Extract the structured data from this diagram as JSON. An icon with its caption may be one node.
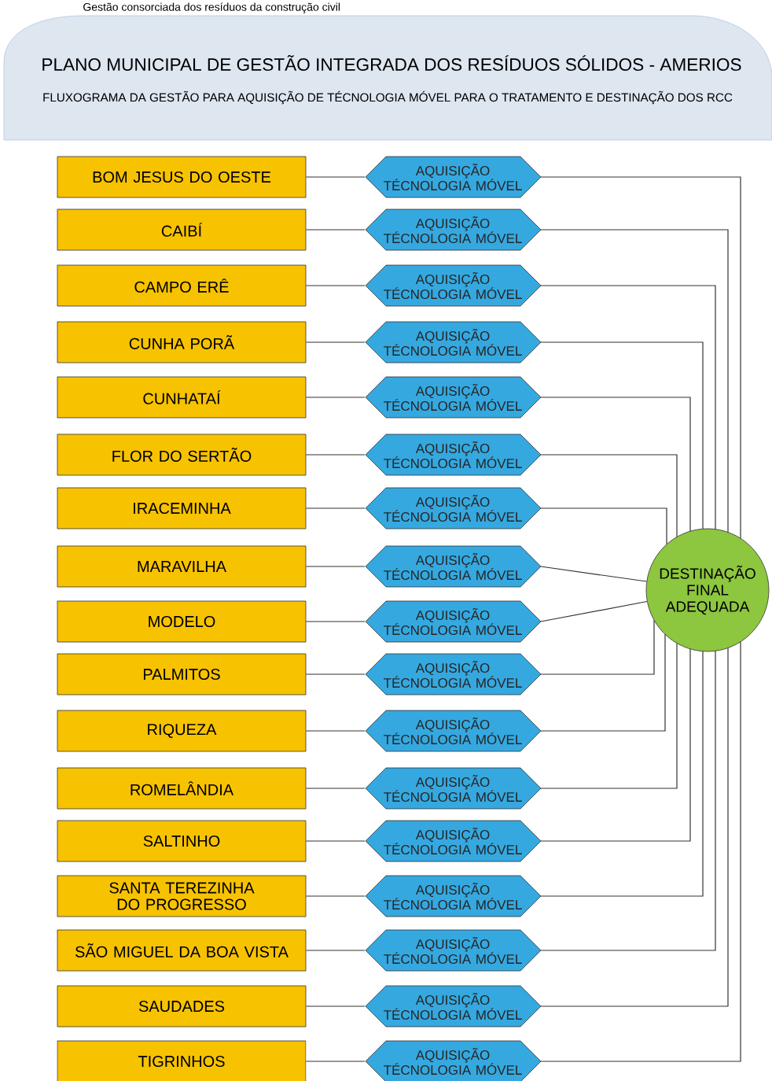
{
  "diagram": {
    "nodes": [
      {
        "text": [
          "PLANO MUNICIPAL DE GESTÃO INTEGRADA DOS RESÍDUOS SÓLIDOS - AMERIOS",
          "FLUXOGRAMA DA GESTÃO PARA AQUISIÇÃO DE TÉCNOLOGIA MÓVEL PARA O TRATAMENTO E DESTINAÇÃO DOS RCC"
        ]
      },
      {
        "text": [
          "BOM JESUS DO OESTE"
        ]
      },
      {
        "text": [
          "CAIBÍ"
        ]
      },
      {
        "text": [
          "CAMPO ERÊ"
        ]
      },
      {
        "text": [
          "CUNHA PORÃ"
        ]
      },
      {
        "text": [
          "CUNHATAÍ"
        ]
      },
      {
        "text": [
          "FLOR DO SERTÃO"
        ]
      },
      {
        "text": [
          "IRACEMINHA"
        ]
      },
      {
        "text": [
          "MARAVILHA"
        ]
      },
      {
        "text": [
          "MODELO"
        ]
      },
      {
        "text": [
          "PALMITOS"
        ]
      },
      {
        "text": [
          "RIQUEZA"
        ]
      },
      {
        "text": [
          "ROMELÂNDIA"
        ]
      },
      {
        "text": [
          "SALTINHO"
        ]
      },
      {
        "text": [
          "SANTA TEREZINHA DO PROGRESSO"
        ]
      },
      {
        "text": [
          "SÃO MIGUEL DA BOA VISTA"
        ]
      },
      {
        "text": [
          "SAUDADES"
        ]
      },
      {
        "text": [
          "TIGRINHOS"
        ]
      },
      {
        "text": [
          "AQUISIÇÃO TÉCNOLOGIA MÓVEL"
        ]
      },
      {
        "text": [
          "AQUISIÇÃO TÉCNOLOGIA MÓVEL"
        ]
      },
      {
        "text": [
          "AQUISIÇÃO TÉCNOLOGIA MÓVEL"
        ]
      },
      {
        "text": [
          "AQUISIÇÃO TÉCNOLOGIA MÓVEL"
        ]
      },
      {
        "text": [
          "AQUISIÇÃO TÉCNOLOGIA MÓVEL"
        ]
      },
      {
        "text": [
          "AQUISIÇÃO TÉCNOLOGIA MÓVEL"
        ]
      },
      {
        "text": [
          "AQUISIÇÃO TÉCNOLOGIA MÓVEL"
        ]
      },
      {
        "text": [
          "AQUISIÇÃO TÉCNOLOGIA MÓVEL"
        ]
      },
      {
        "text": [
          "AQUISIÇÃO TÉCNOLOGIA MÓVEL"
        ]
      },
      {
        "text": [
          "AQUISIÇÃO TÉCNOLOGIA MÓVEL"
        ]
      },
      {
        "text": [
          "AQUISIÇÃO TÉCNOLOGIA MÓVEL"
        ]
      },
      {
        "text": [
          "AQUISIÇÃO TÉCNOLOGIA MÓVEL"
        ]
      },
      {
        "text": [
          "AQUISIÇÃO TÉCNOLOGIA MÓVEL"
        ]
      },
      {
        "text": [
          "AQUISIÇÃO TÉCNOLOGIA MÓVEL"
        ]
      },
      {
        "text": [
          "AQUISIÇÃO TÉCNOLOGIA MÓVEL"
        ]
      },
      {
        "text": [
          "AQUISIÇÃO TÉCNOLOGIA MÓVEL"
        ]
      },
      {
        "text": [
          "AQUISIÇÃO TÉCNOLOGIA MÓVEL"
        ]
      },
      {
        "text": [
          "DESTINAÇÃO FINAL ADEQUADA"
        ]
      }
    ],
    "edges": [
      {
        "from": 1,
        "to": 18,
        "arrow": "none"
      },
      {
        "from": 2,
        "to": 19,
        "arrow": "none"
      },
      {
        "from": 3,
        "to": 20,
        "arrow": "none"
      },
      {
        "from": 4,
        "to": 21,
        "arrow": "none"
      },
      {
        "from": 5,
        "to": 22,
        "arrow": "none"
      },
      {
        "from": 6,
        "to": 23,
        "arrow": "none"
      },
      {
        "from": 7,
        "to": 24,
        "arrow": "none"
      },
      {
        "from": 8,
        "to": 25,
        "arrow": "none"
      },
      {
        "from": 9,
        "to": 26,
        "arrow": "none"
      },
      {
        "from": 10,
        "to": 27,
        "arrow": "none"
      },
      {
        "from": 11,
        "to": 28,
        "arrow": "none"
      },
      {
        "from": 12,
        "to": 29,
        "arrow": "none"
      },
      {
        "from": 13,
        "to": 30,
        "arrow": "none"
      },
      {
        "from": 14,
        "to": 31,
        "arrow": "none"
      },
      {
        "from": 15,
        "to": 32,
        "arrow": "none"
      },
      {
        "from": 16,
        "to": 33,
        "arrow": "none"
      },
      {
        "from": 17,
        "to": 34,
        "arrow": "none"
      },
      {
        "from": 18,
        "to": 35,
        "arrow": "none"
      },
      {
        "from": 19,
        "to": 35,
        "arrow": "none"
      },
      {
        "from": 20,
        "to": 35,
        "arrow": "none"
      },
      {
        "from": 21,
        "to": 35,
        "arrow": "none"
      },
      {
        "from": 22,
        "to": 35,
        "arrow": "none"
      },
      {
        "from": 23,
        "to": 35,
        "arrow": "none"
      },
      {
        "from": 24,
        "to": 35,
        "arrow": "none"
      },
      {
        "from": 25,
        "to": 35,
        "arrow": "none"
      },
      {
        "from": 26,
        "to": 35,
        "arrow": "none"
      },
      {
        "from": 27,
        "to": 35,
        "arrow": "none"
      },
      {
        "from": 28,
        "to": 35,
        "arrow": "none"
      },
      {
        "from": 29,
        "to": 35,
        "arrow": "none"
      },
      {
        "from": 30,
        "to": 35,
        "arrow": "none"
      },
      {
        "from": 31,
        "to": 35,
        "arrow": "none"
      },
      {
        "from": 32,
        "to": 35,
        "arrow": "none"
      },
      {
        "from": 33,
        "to": 35,
        "arrow": "none"
      },
      {
        "from": 34,
        "to": 35,
        "arrow": "none"
      }
    ],
    "labels": [
      "Gestão consorciada dos resíduos da construção civil"
    ]
  }
}
